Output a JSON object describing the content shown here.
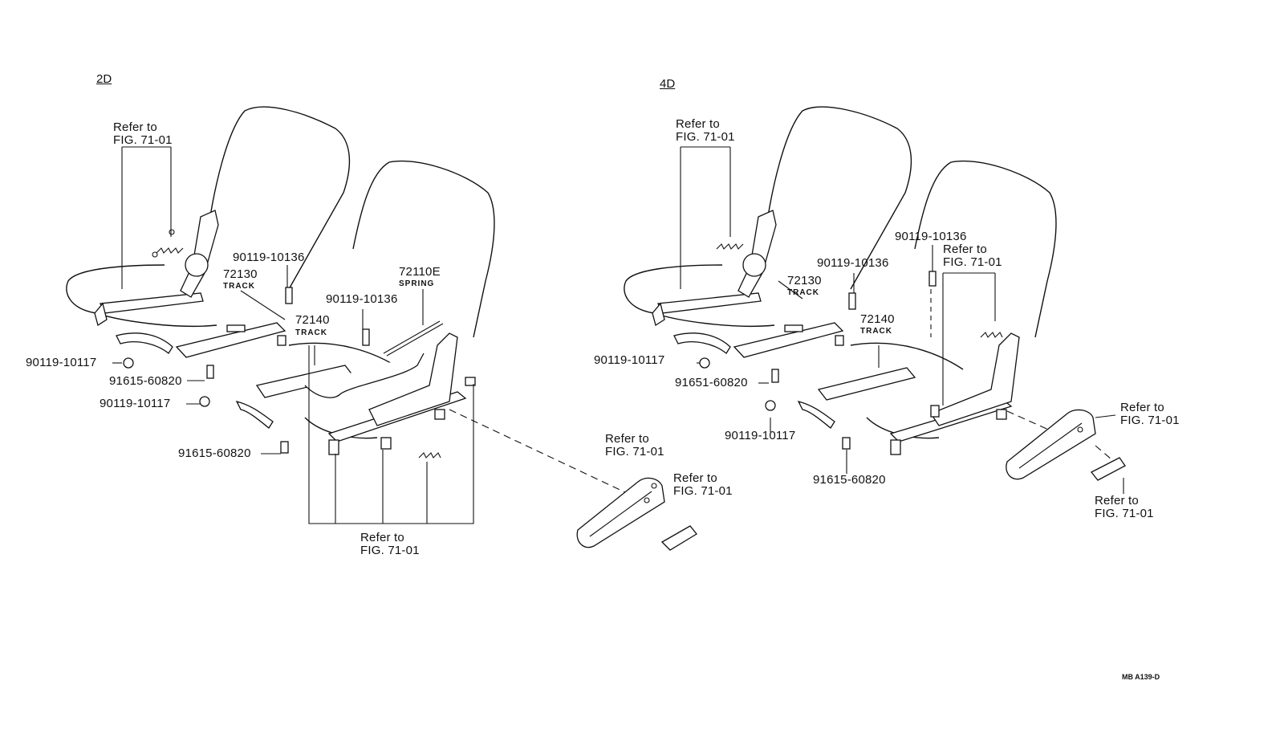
{
  "variants": {
    "left": "2D",
    "right": "4D"
  },
  "refer": {
    "line1": "Refer to",
    "line2": "FIG. 71-01"
  },
  "parts": {
    "p90119_10136": "90119-10136",
    "p90119_10117": "90119-10117",
    "p91615_60820": "91615-60820",
    "p91651_60820": "91651-60820",
    "p72130": "72130",
    "p72140": "72140",
    "p72110E": "72110E"
  },
  "subs": {
    "track": "TRACK",
    "spring": "SPRING"
  },
  "drawing_code": "MB A139-D"
}
